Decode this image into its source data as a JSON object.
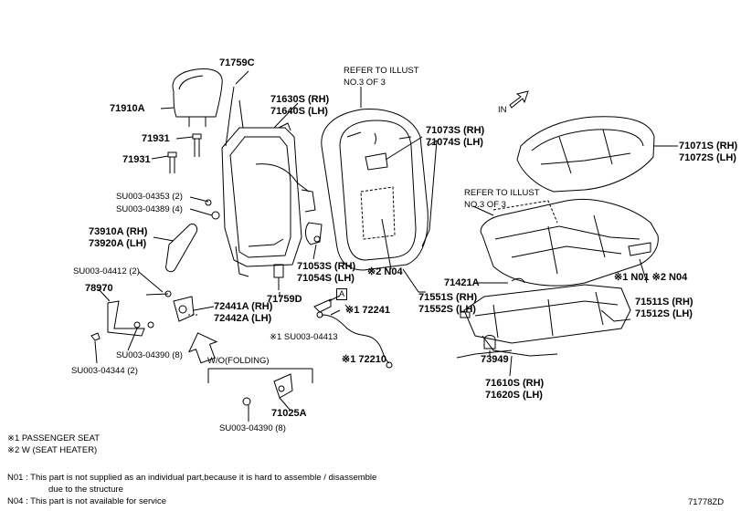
{
  "parts": {
    "p71759C": "71759C",
    "p71910A": "71910A",
    "p71931a": "71931",
    "p71931b": "71931",
    "p71630S": "71630S (RH)",
    "p71640S": "71640S (LH)",
    "su04353": "SU003-04353 (2)",
    "su04389": "SU003-04389 (4)",
    "p73910A": "73910A (RH)",
    "p73920A": "73920A (LH)",
    "su04412": "SU003-04412 (2)",
    "p78970": "78970",
    "p72441A": "72441A (RH)",
    "p72442A": "72442A (LH)",
    "su04390a": "SU003-04390 (8)",
    "su04344": "SU003-04344 (2)",
    "p71053S": "71053S (RH)",
    "p71054S": "71054S (LH)",
    "p71759D": "71759D",
    "p71073S": "71073S (RH)",
    "p71074S": "71074S (LH)",
    "n04a": "※2 N04",
    "p71551S": "71551S (RH)",
    "p71552S": "71552S (LH)",
    "p72241": "※1 72241",
    "su04413": "※1  SU003-04413",
    "p72210": "※1 72210",
    "p71071S": "71071S (RH)",
    "p71072S": "71072S (LH)",
    "p71421A": "71421A",
    "n01n04": "※1 N01  ※2 N04",
    "p71511S": "71511S (RH)",
    "p71512S": "71512S (LH)",
    "p73949": "73949",
    "p71610S": "71610S (RH)",
    "p71620S": "71620S (LH)",
    "wo_folding": "W/O(FOLDING)",
    "p71025A": "71025A",
    "su04390b": "SU003-04390 (8)"
  },
  "refs": {
    "ref1_line1": "REFER TO ILLUST",
    "ref1_line2": "NO.3 OF 3",
    "ref2_line1": "REFER TO ILLUST",
    "ref2_line2": "NO.3 OF 3",
    "box_a": "A",
    "in_mark": "IN"
  },
  "legend": {
    "l1": "※1  PASSENGER SEAT",
    "l2": "※2  W (SEAT HEATER)"
  },
  "notes": {
    "n01_line1": "N01 : This part is not supplied as an individual part,because it is hard to assemble / disassemble",
    "n01_line2": "due to the structure",
    "n04": "N04 : This part is not available for service"
  },
  "diagram_id": "71778ZD"
}
